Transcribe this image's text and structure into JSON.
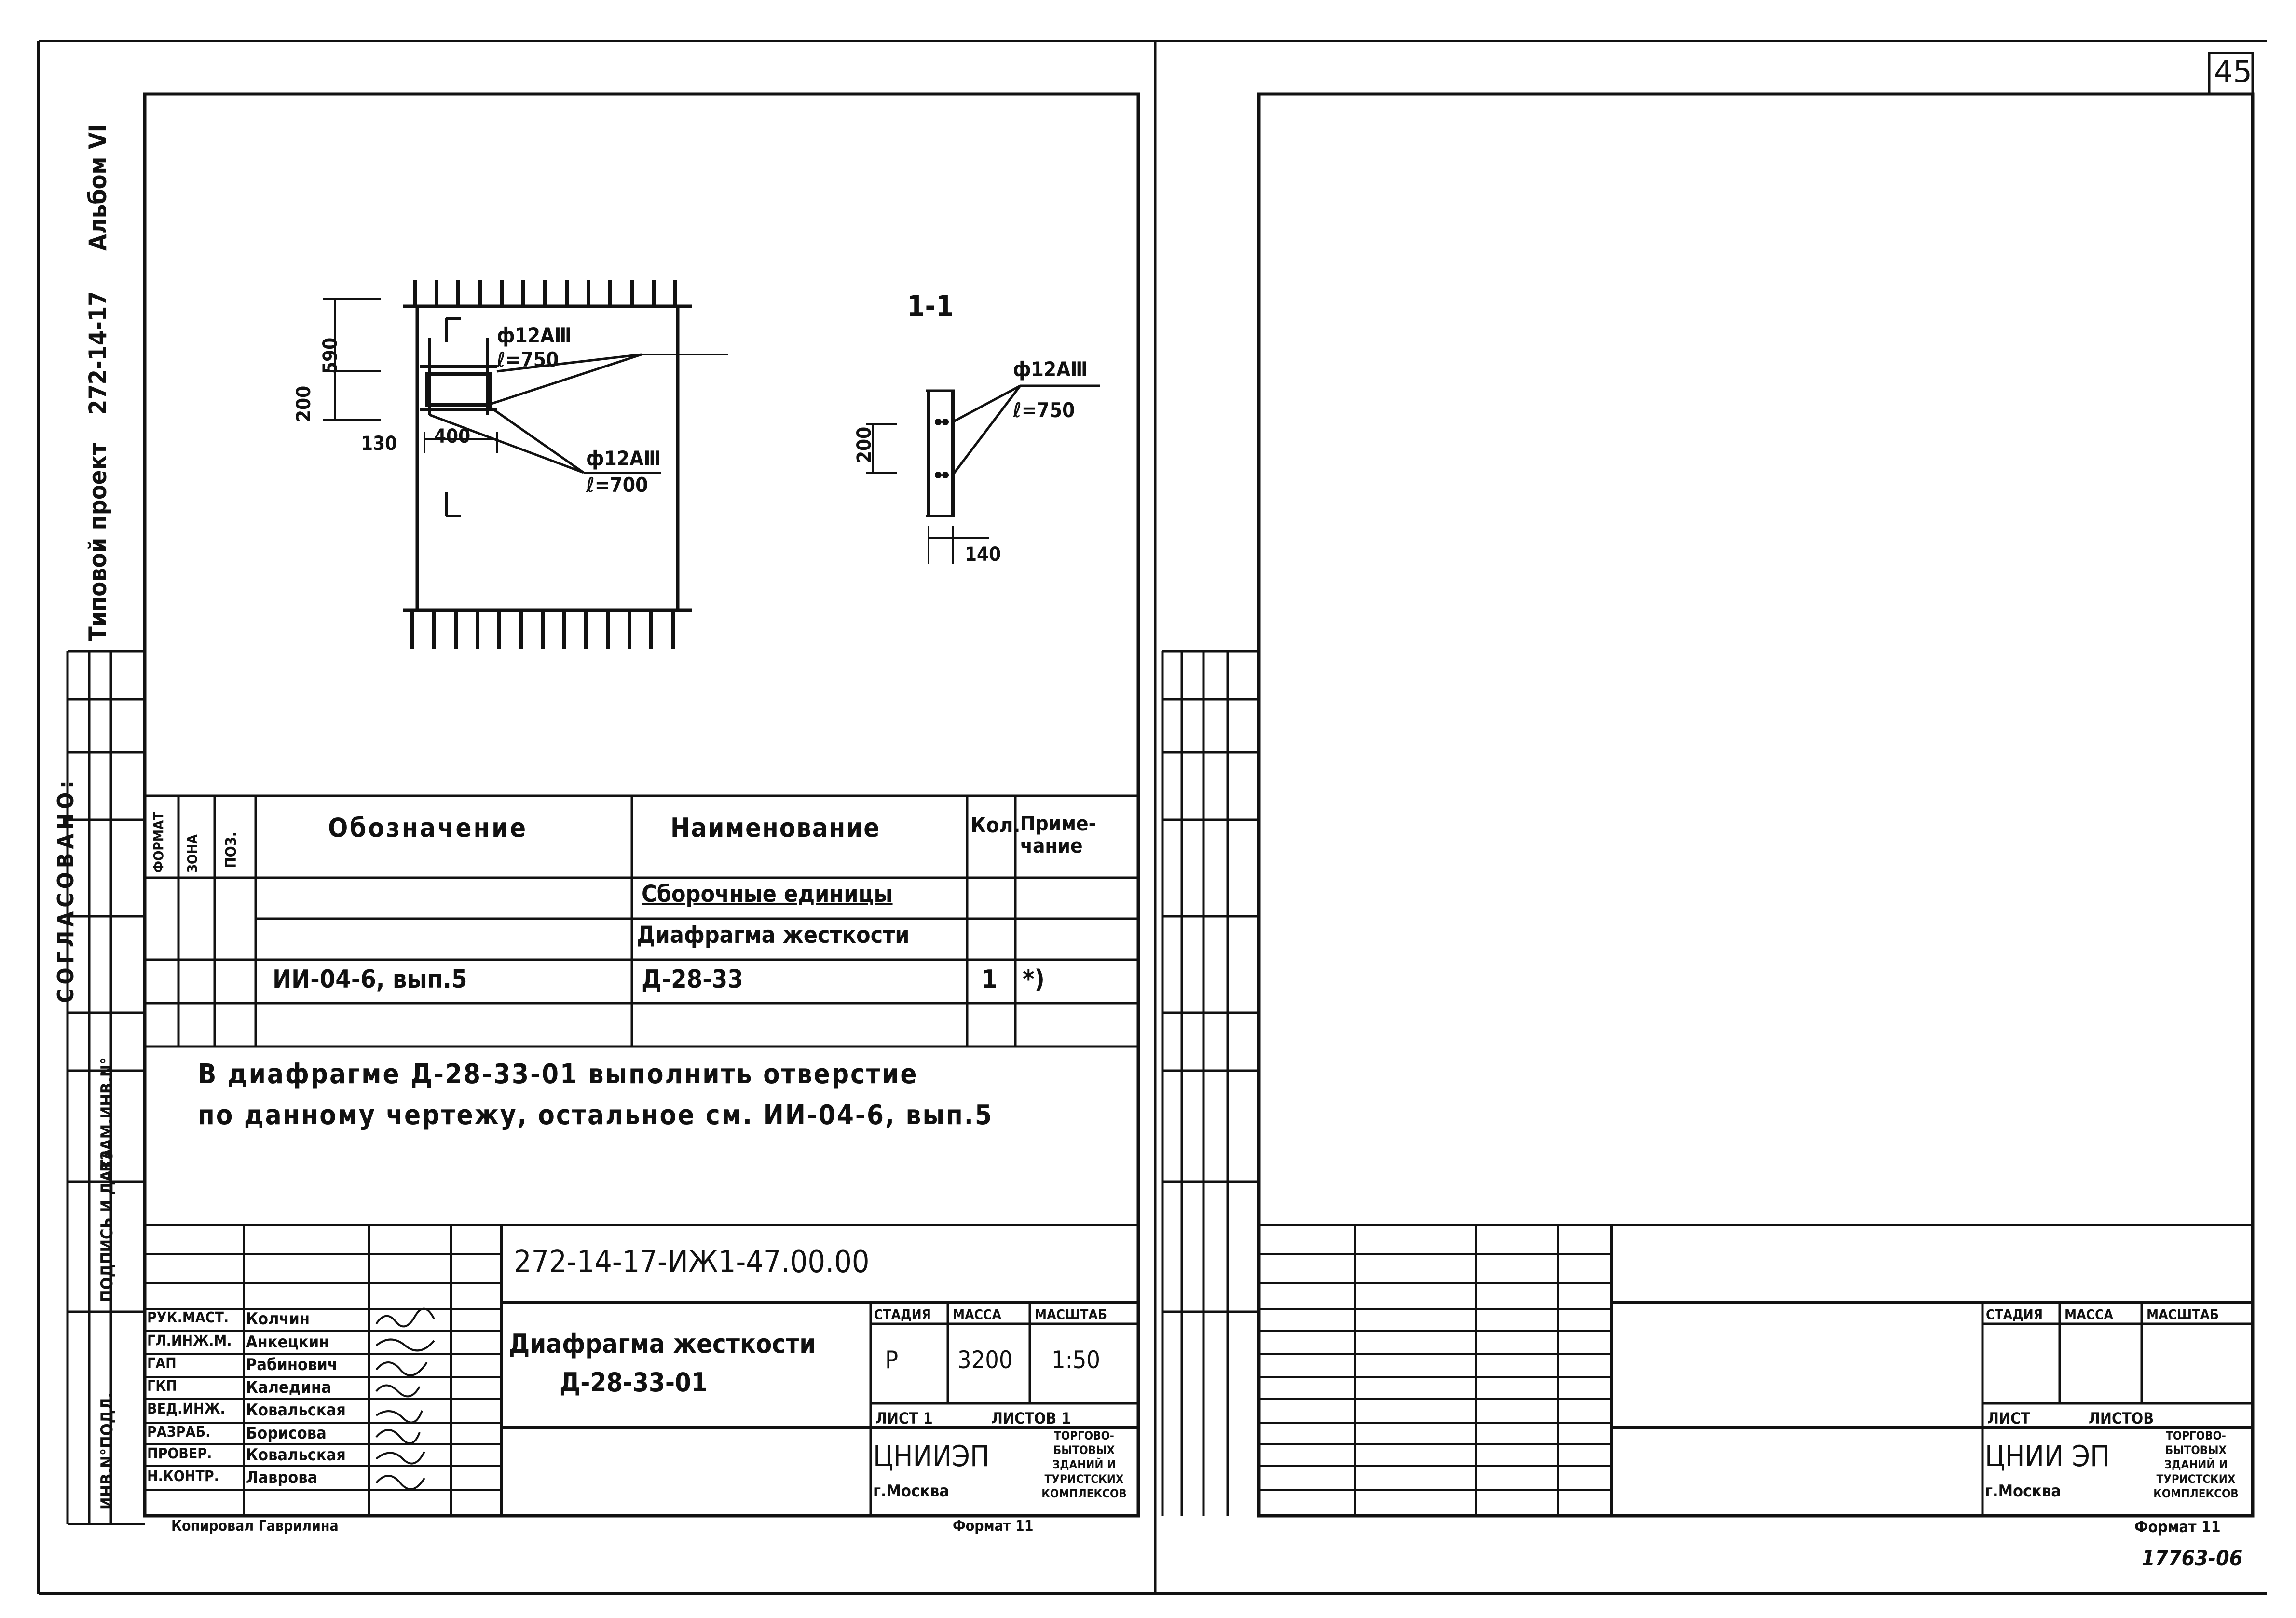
{
  "page_number": "45",
  "side_stamp": {
    "project_label": "Типовой проект",
    "project_code": "272-14-17",
    "album": "Альбом VI",
    "agreed": "СОГЛАСОВАНО:",
    "inv_podl": "ИНВ.N°ПОДЛ.",
    "sign_date": "ПОДПИСЬ И ДАТА",
    "vzam_inv": "ВЗАМ.ИНВ.N°"
  },
  "drawing": {
    "dim_200": "200",
    "dim_590": "590",
    "dim_130": "130",
    "dim_400": "400",
    "bar1_dia": "ф12АⅢ",
    "bar1_len": "ℓ=750",
    "bar2_dia": "ф12АⅢ",
    "bar2_len": "ℓ=700",
    "section_label": "1-1",
    "section_bar_dia": "ф12АⅢ",
    "section_bar_len": "ℓ=750",
    "section_dim_200": "200",
    "section_dim_140": "140"
  },
  "spec_table": {
    "headers": {
      "format": "ФОРМАТ",
      "zone": "ЗОНА",
      "pos": "ПОЗ.",
      "designation": "Обозначение",
      "name": "Наименование",
      "qty": "Кол.",
      "note": "Приме-чание"
    },
    "rows": [
      {
        "designation": "",
        "name": "Сборочные единицы",
        "qty": "",
        "note": ""
      },
      {
        "designation": "",
        "name": "Диафрагма жесткости",
        "qty": "",
        "note": ""
      },
      {
        "designation": "ИИ-04-6, вып.5",
        "name": "Д-28-33",
        "qty": "1",
        "note": "*)"
      }
    ]
  },
  "note": {
    "line1": "В диафрагме Д-28-33-01 выполнить отверстие",
    "line2": "по данному чертежу, остальное см. ИИ-04-6, вып.5"
  },
  "title_block_left": {
    "document_code": "272-14-17-ИЖ1-47.00.00",
    "title_line1": "Диафрагма жесткости",
    "title_line2": "Д-28-33-01",
    "roles": [
      {
        "role": "РУК.МАСТ.",
        "name": "Колчин"
      },
      {
        "role": "ГЛ.ИНЖ.М.",
        "name": "Анкецкин"
      },
      {
        "role": "ГАП",
        "name": "Рабинович"
      },
      {
        "role": "ГКП",
        "name": "Каледина"
      },
      {
        "role": "ВЕД.ИНЖ.",
        "name": "Ковальская"
      },
      {
        "role": "РАЗРАБ.",
        "name": "Борисова"
      },
      {
        "role": "ПРОВЕР.",
        "name": "Ковальская"
      },
      {
        "role": "Н.КОНТР.",
        "name": "Лаврова"
      }
    ],
    "stage_label": "СТАДИЯ",
    "mass_label": "МАССА",
    "scale_label": "МАСШТАБ",
    "stage": "Р",
    "mass": "3200",
    "scale": "1:50",
    "sheet_label": "ЛИСТ 1",
    "sheets_label": "ЛИСТОВ 1",
    "org": "ЦНИИЭП",
    "city": "г.Москва",
    "org_desc": [
      "ТОРГОВО-",
      "БЫТОВЫХ",
      "ЗДАНИЙ И",
      "ТУРИСТСКИХ",
      "КОМПЛЕКСОВ"
    ],
    "copied_by": "Копировал Гаврилина",
    "format": "Формат 11"
  },
  "title_block_right": {
    "stage_label": "СТАДИЯ",
    "mass_label": "МАССА",
    "scale_label": "МАСШТАБ",
    "sheet_label": "ЛИСТ",
    "sheets_label": "ЛИСТОВ",
    "org": "ЦНИИ ЭП",
    "city": "г.Москва",
    "org_desc": [
      "ТОРГОВО-",
      "БЫТОВЫХ",
      "ЗДАНИЙ И",
      "ТУРИСТСКИХ",
      "КОМПЛЕКСОВ"
    ],
    "format": "Формат 11",
    "archive_no": "17763-06"
  }
}
